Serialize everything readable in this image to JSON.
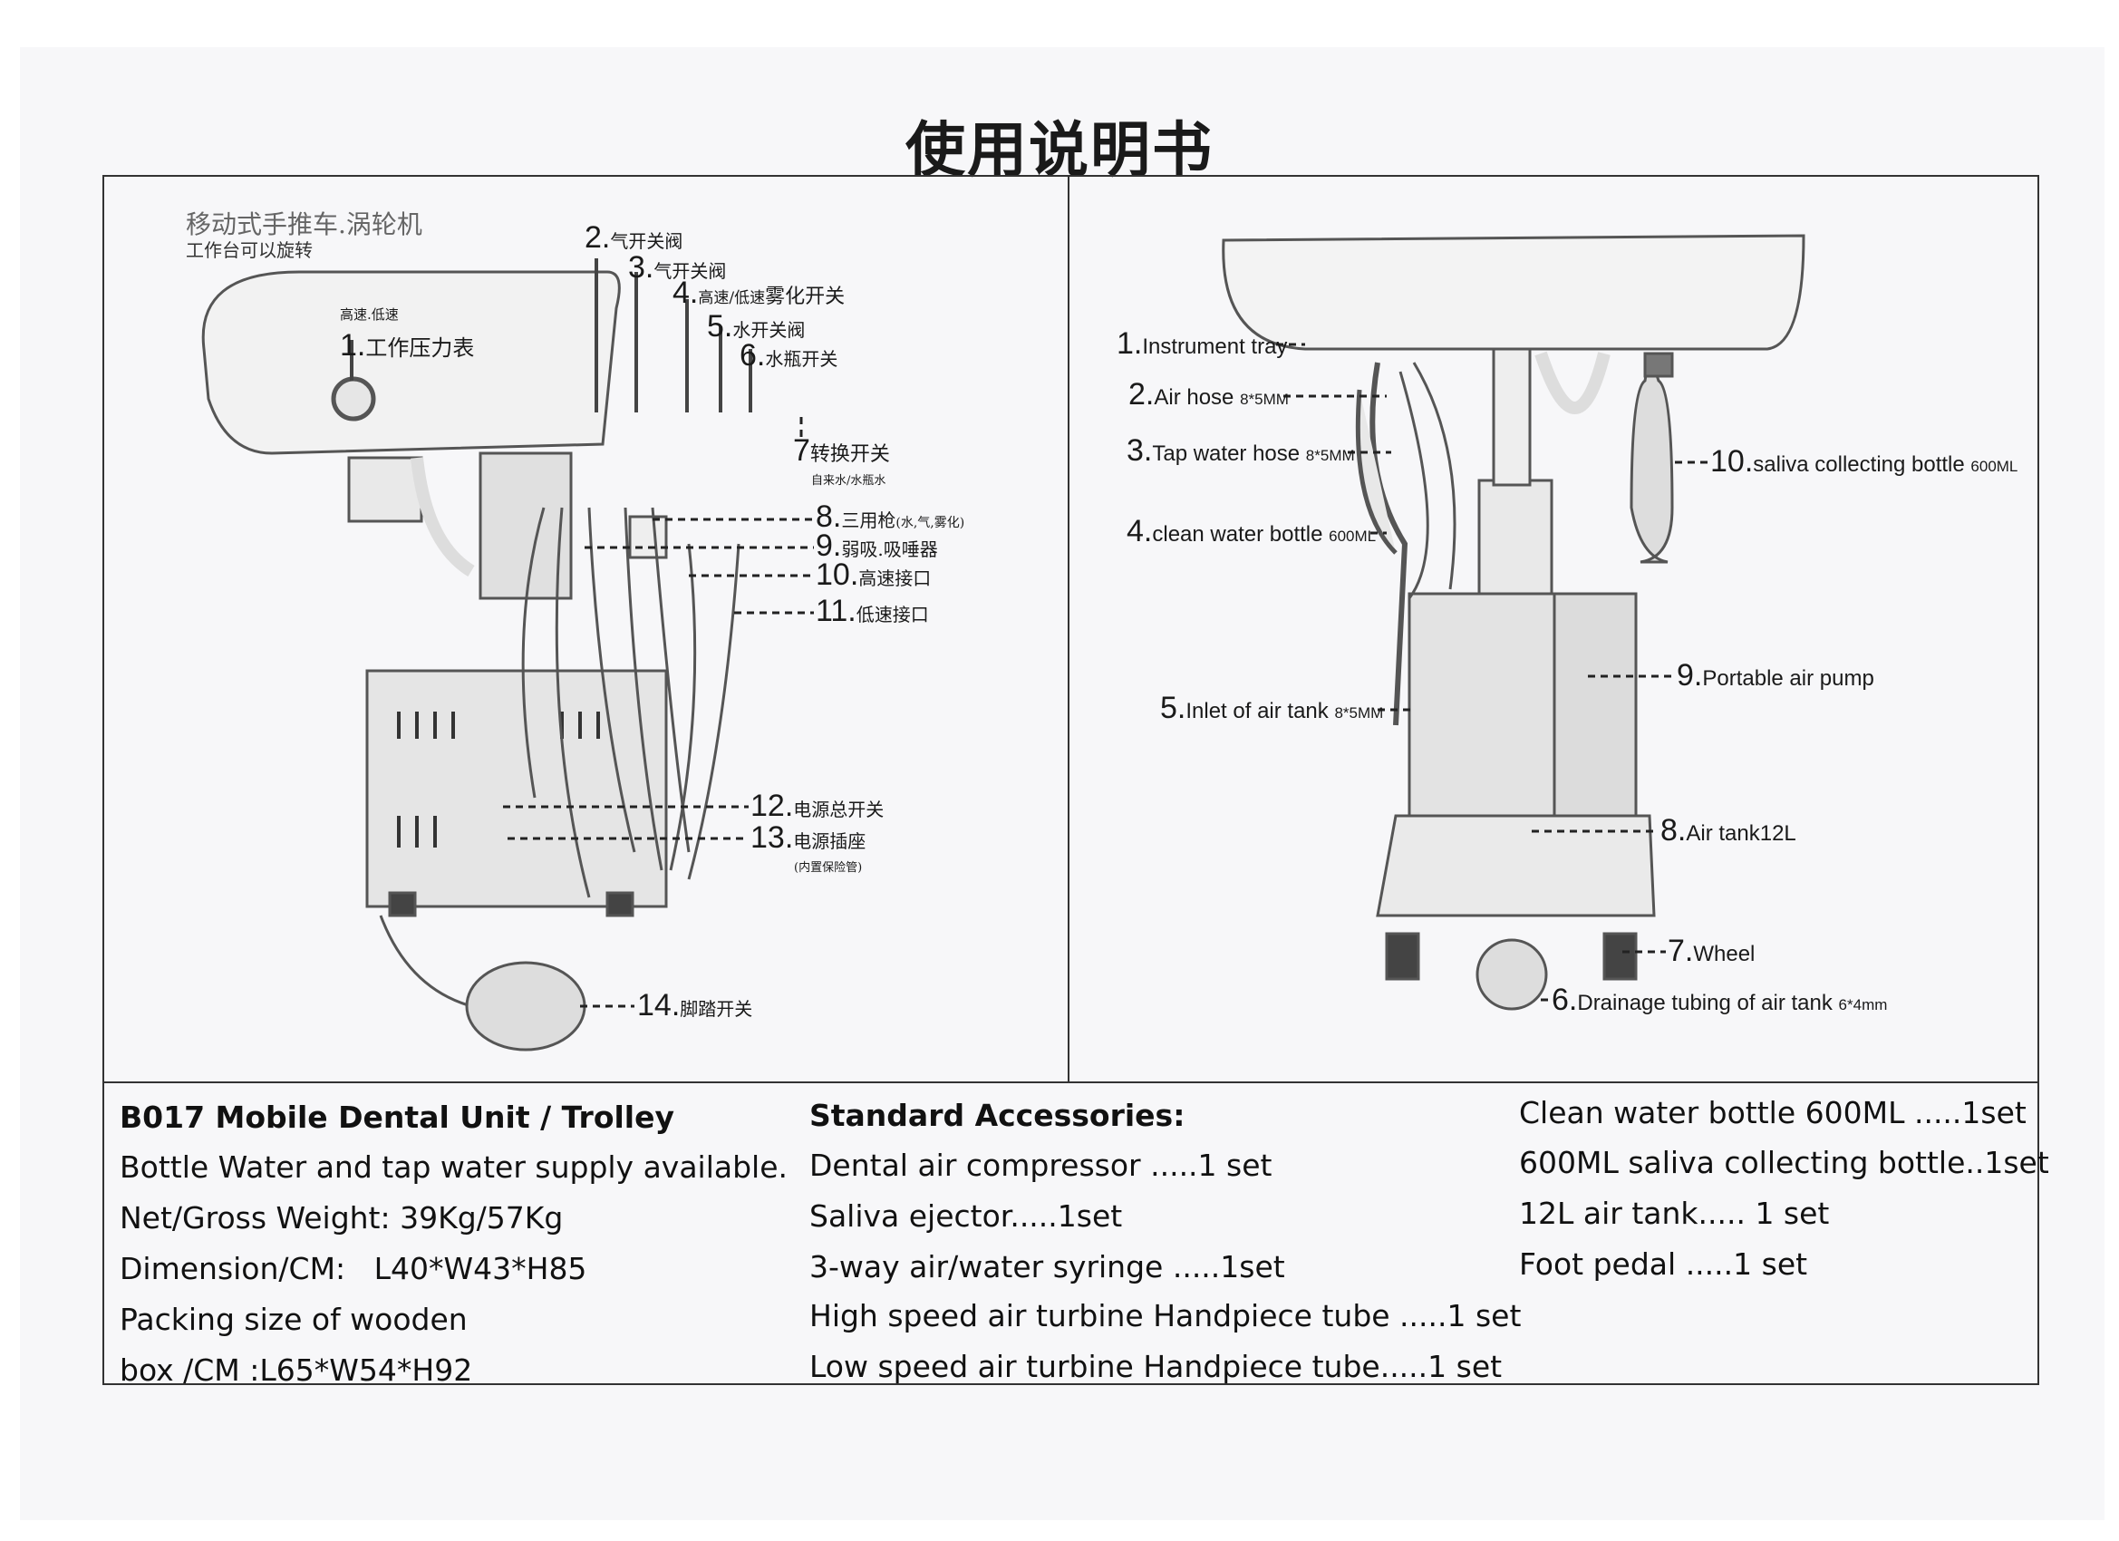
{
  "title": "使用说明书",
  "left_panel": {
    "caption_line1": "移动式手推车.涡轮机",
    "caption_line2": "工作台可以旋转",
    "labels": [
      {
        "num": "1.",
        "text": "工作压力表",
        "note": "高速.低速"
      },
      {
        "num": "2.",
        "text": "气开关阀"
      },
      {
        "num": "3.",
        "text": "气开关阀"
      },
      {
        "num": "4.",
        "text": "雾化开关",
        "prefix": "高速/低速"
      },
      {
        "num": "5.",
        "text": "水开关阀"
      },
      {
        "num": "6.",
        "text": "水瓶开关"
      },
      {
        "num": "7",
        "text": "转换开关",
        "note": "自来水/水瓶水"
      },
      {
        "num": "8.",
        "text": "三用枪",
        "note": "(水,气,雾化)"
      },
      {
        "num": "9.",
        "text": "弱吸.吸唾器"
      },
      {
        "num": "10.",
        "text": "高速接口"
      },
      {
        "num": "11.",
        "text": "低速接口"
      },
      {
        "num": "12.",
        "text": "电源总开关"
      },
      {
        "num": "13.",
        "text": "电源插座",
        "note": "(内置保险管)"
      },
      {
        "num": "14.",
        "text": "脚踏开关"
      }
    ]
  },
  "right_panel": {
    "labels": [
      {
        "num": "1.",
        "text": "Instrument tray"
      },
      {
        "num": "2.",
        "text": "Air hose",
        "spec": "8*5MM"
      },
      {
        "num": "3.",
        "text": "Tap water hose",
        "spec": "8*5MM"
      },
      {
        "num": "4.",
        "text": "clean water bottle",
        "spec": "600ML"
      },
      {
        "num": "5.",
        "text": "Inlet of air tank",
        "spec": "8*5MM"
      },
      {
        "num": "6.",
        "text": "Drainage tubing of air tank",
        "spec": "6*4mm"
      },
      {
        "num": "7.",
        "text": "Wheel"
      },
      {
        "num": "8.",
        "text": "Air tank12L"
      },
      {
        "num": "9.",
        "text": "Portable air pump"
      },
      {
        "num": "10.",
        "text": "saliva collecting bottle",
        "spec": "600ML"
      }
    ]
  },
  "specs": {
    "product_title": "B017 Mobile Dental Unit / Trolley",
    "col1": [
      "Bottle Water and tap water supply available.",
      "Net/Gross Weight: 39Kg/57Kg",
      "Dimension/CM:   L40*W43*H85",
      "Packing size of wooden",
      "box /CM :L65*W54*H92"
    ],
    "accessories_title": "Standard Accessories:",
    "col2": [
      "Dental air compressor .....1 set",
      "Saliva ejector.....1set",
      "3-way air/water syringe .....1set",
      "High speed air turbine Handpiece tube .....1 set",
      "Low speed air turbine Handpiece tube.....1 set"
    ],
    "col3": [
      "Clean water bottle 600ML .....1set",
      "600ML saliva collecting bottle..1set",
      "12L air tank..... 1 set",
      "Foot pedal .....1 set"
    ]
  }
}
